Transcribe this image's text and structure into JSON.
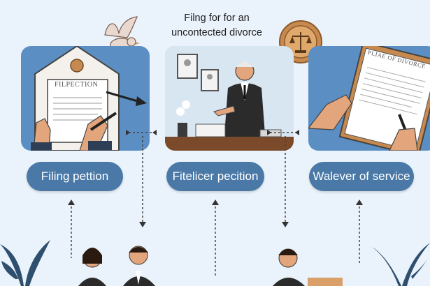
{
  "title": {
    "line1": "Filng for for an",
    "line2": "uncontected divorce"
  },
  "steps": [
    {
      "label": "Filing pettion",
      "doc_text": "FILPECTION"
    },
    {
      "label": "Fitelicer pecition"
    },
    {
      "label": "Walever of service",
      "doc_text": "PLIAE OF DIVORCE"
    }
  ],
  "colors": {
    "panel": "#5b8fc4",
    "pill": "#4a79a8",
    "background": "#eaf3fb"
  },
  "icons": [
    "dove-icon",
    "court-seal-icon",
    "house-document-icon",
    "lawyer-desk-icon",
    "clipboard-signing-icon",
    "couple-icon",
    "person-icon",
    "plant-icon"
  ]
}
